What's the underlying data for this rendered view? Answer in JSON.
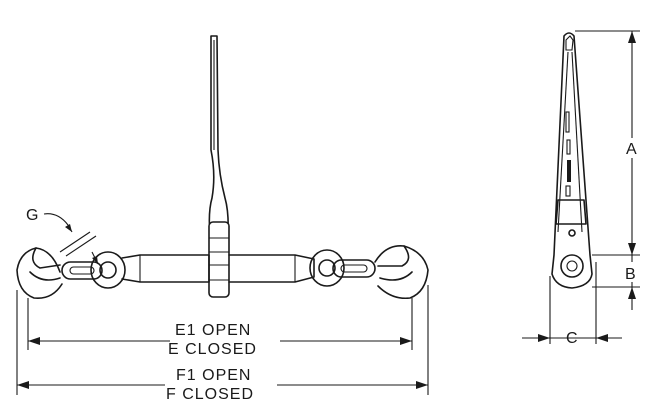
{
  "labels": {
    "g": "G",
    "a": "A",
    "b": "B",
    "c": "C",
    "e1": "E1 OPEN",
    "e": "E CLOSED",
    "f1": "F1 OPEN",
    "f": "F CLOSED"
  }
}
